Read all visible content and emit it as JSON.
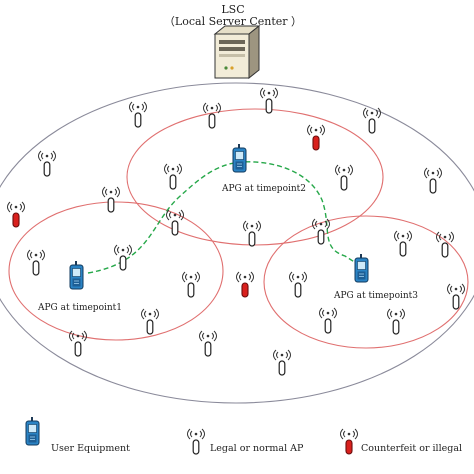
{
  "server": {
    "abbr": "LSC",
    "full": "（Local Server Center ）"
  },
  "labels": {
    "timepoint1": "APG at timepoint1",
    "timepoint2": "APG at timepoint2",
    "timepoint3": "APG at timepoint3"
  },
  "legend": {
    "user_equipment": "User Equipment",
    "legal_ap": "Legal or normal AP",
    "counterfeit_ap": "Counterfeit or illegal"
  },
  "colors": {
    "outer_ellipse": "#8a8a9a",
    "coverage_circle": "#e07070",
    "trajectory": "#27a84a",
    "counterfeit_ap": "#d9201d",
    "legal_ap": "#ffffff",
    "phone": "#2a83c4"
  },
  "icons": {
    "server": "server-tower-icon",
    "user_equipment": "mobile-phone-icon",
    "legal_ap": "antenna-tower-icon",
    "counterfeit_ap": "red-antenna-tower-icon"
  }
}
